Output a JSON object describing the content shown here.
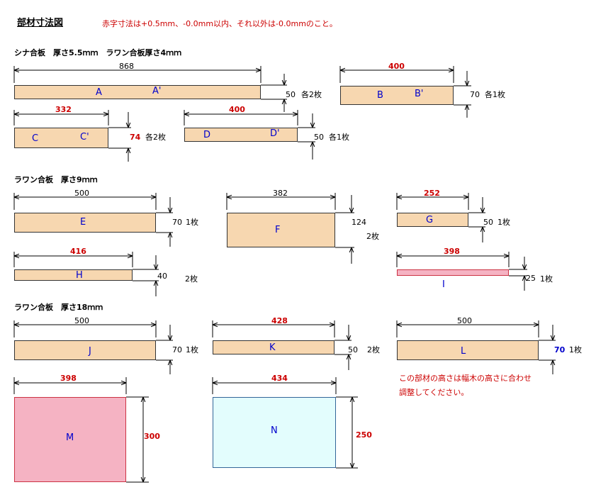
{
  "title": "部材寸法図",
  "note": "赤字寸法は+0.5mm、-0.0mm以内、それ以外は-0.0mmのこと。",
  "sections": [
    {
      "label": "シナ合板　厚さ5.5ｍｍ　ラワン合板厚さ4ｍｍ"
    },
    {
      "label": "ラワン合板　厚さ9ｍｍ"
    },
    {
      "label": "ラワン合板　厚さ18ｍｍ"
    }
  ],
  "parts": {
    "A": {
      "label": "A",
      "alt": "A'",
      "width": "868",
      "height": "50",
      "qty": "各2枚"
    },
    "B": {
      "label": "B",
      "alt": "B'",
      "width": "400",
      "height": "70",
      "qty": "各1枚"
    },
    "C": {
      "label": "C",
      "alt": "C'",
      "width": "332",
      "height": "74",
      "qty": "各2枚"
    },
    "D": {
      "label": "D",
      "alt": "D'",
      "width": "400",
      "height": "50",
      "qty": "各1枚"
    },
    "E": {
      "label": "E",
      "width": "500",
      "height": "70",
      "qty": "1枚"
    },
    "F": {
      "label": "F",
      "width": "382",
      "height": "124",
      "qty": "2枚"
    },
    "G": {
      "label": "G",
      "width": "252",
      "height": "50",
      "qty": "1枚"
    },
    "H": {
      "label": "H",
      "width": "416",
      "height": "40",
      "qty": "2枚"
    },
    "I": {
      "label": "I",
      "width": "398",
      "height": "25",
      "qty": "1枚"
    },
    "J": {
      "label": "J",
      "width": "500",
      "height": "70",
      "qty": "1枚"
    },
    "K": {
      "label": "K",
      "width": "428",
      "height": "50",
      "qty": "2枚"
    },
    "L": {
      "label": "L",
      "width": "500",
      "height": "70",
      "qty": "1枚"
    },
    "M": {
      "label": "M",
      "width": "398",
      "height": "300"
    },
    "N": {
      "label": "N",
      "width": "434",
      "height": "250"
    }
  },
  "l_note": [
    "この部材の高さは幅木の高さに合わせ",
    "調整してください。"
  ],
  "colors": {
    "plywood": "#f7d7b0",
    "pink": "#f5b3c3",
    "cyan": "#e3fdfd",
    "red_text": "#cc0000",
    "label_blue": "#0000cc"
  }
}
